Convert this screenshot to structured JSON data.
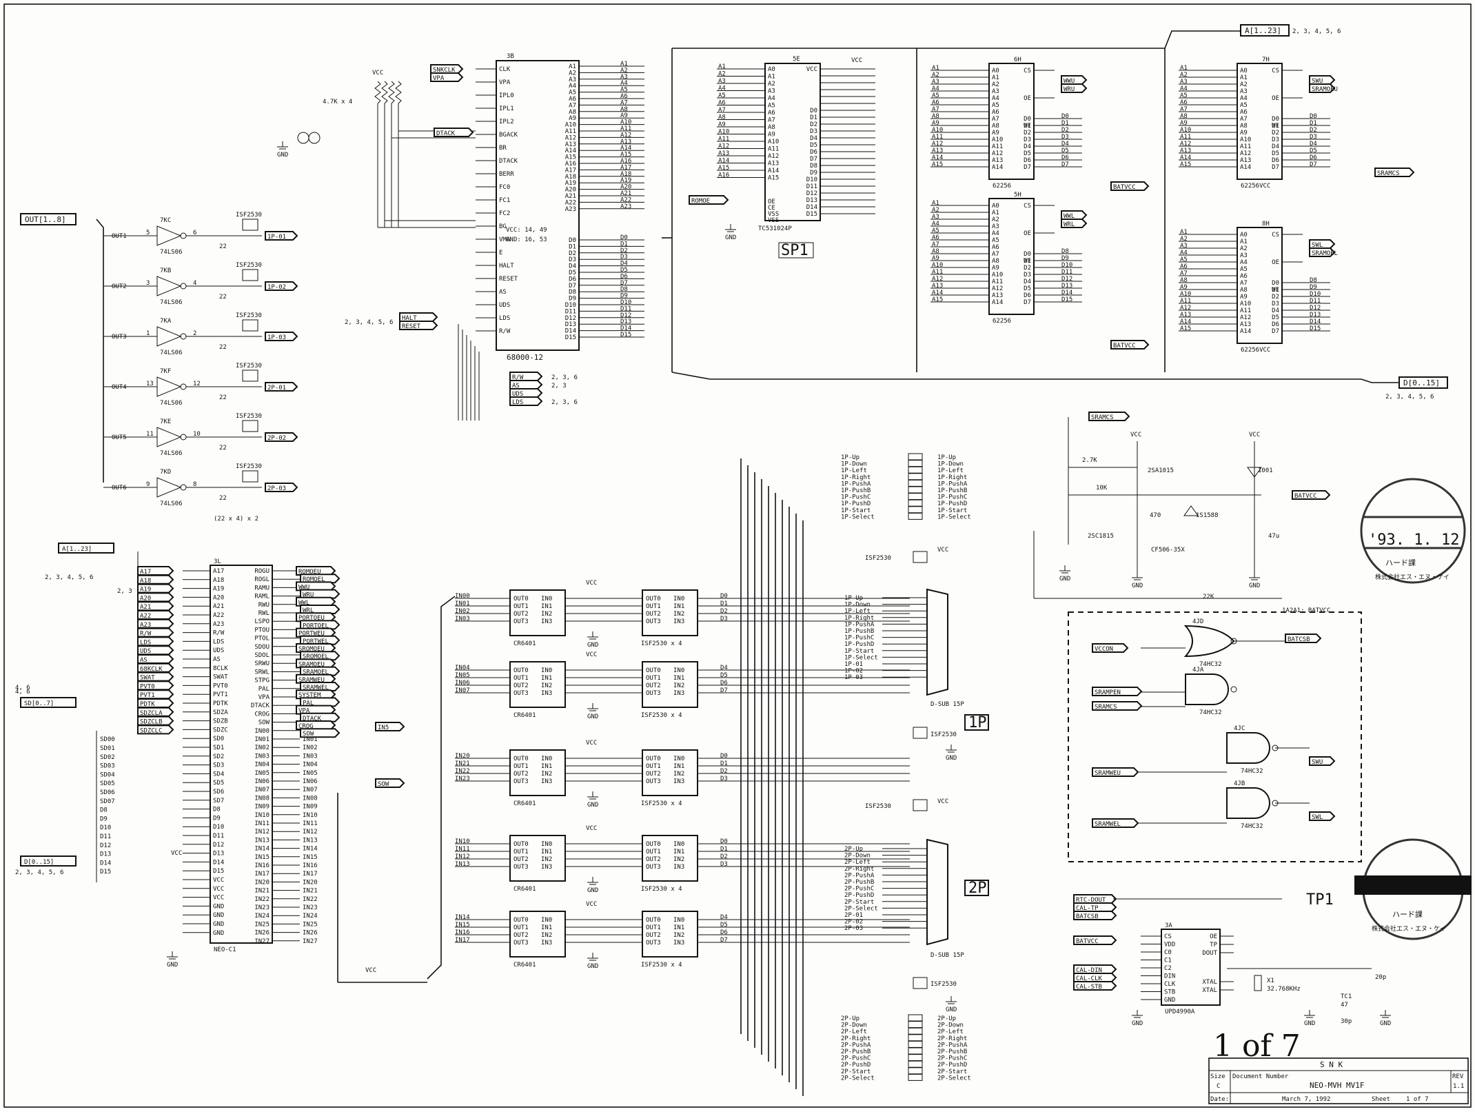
{
  "buses": {
    "a_bus": "A[1..23]",
    "a_bus_refs": "2, 3, 4, 5, 6",
    "d_bus": "D[0..15]",
    "d_bus_refs": "2, 3, 4, 5, 6",
    "out_bus": "OUT[1..8]",
    "sd_bus": "SD[0..7]",
    "sd_refs": "4, 6"
  },
  "cpu": {
    "ref": "3B",
    "part": "68000-12",
    "power_note_vcc": "VCC: 14, 49",
    "power_note_gnd": "GND: 16, 53",
    "left_pins": [
      "CLK",
      "VPA",
      "IPL0",
      "IPL1",
      "IPL2",
      "BGACK",
      "BR",
      "DTACK",
      "BERR",
      "FC0",
      "FC1",
      "FC2",
      "BG",
      "VMA",
      "E",
      "HALT",
      "RESET",
      "AS",
      "UDS",
      "LDS",
      "R/W"
    ],
    "addr_pins": [
      "A1",
      "A2",
      "A3",
      "A4",
      "A5",
      "A6",
      "A7",
      "A8",
      "A9",
      "A10",
      "A11",
      "A12",
      "A13",
      "A14",
      "A15",
      "A16",
      "A17",
      "A18",
      "A19",
      "A20",
      "A21",
      "A22",
      "A23"
    ],
    "data_pins": [
      "D0",
      "D1",
      "D2",
      "D3",
      "D4",
      "D5",
      "D6",
      "D7",
      "D8",
      "D9",
      "D10",
      "D11",
      "D12",
      "D13",
      "D14",
      "D15"
    ],
    "resistor_label": "4.7K x 4",
    "halt_refs": "2, 3, 4, 5, 6",
    "rw_refs": "2, 3, 6",
    "as_refs": "2, 3",
    "uds_refs": "2, 3, 6"
  },
  "rom": {
    "ref": "5E",
    "part": "TC531024P",
    "label": "SP1",
    "left_pins": [
      "A0",
      "A1",
      "A2",
      "A3",
      "A4",
      "A5",
      "A6",
      "A7",
      "A8",
      "A9",
      "A10",
      "A11",
      "A12",
      "A13",
      "A14",
      "A15"
    ],
    "right_pins": [
      "VCC",
      "",
      "",
      "",
      "",
      "",
      "D0",
      "D1",
      "D2",
      "D3",
      "D4",
      "D5",
      "D6",
      "D7",
      "D8",
      "D9",
      "D10",
      "D11",
      "D12",
      "D13",
      "D14",
      "D15"
    ],
    "ctrl_pins": [
      "OE",
      "CE",
      "VSS",
      "VSS"
    ],
    "rom_sig": "ROMOE"
  },
  "srams": [
    {
      "ref": "6H",
      "part": "62256",
      "sig1": "WWU",
      "sig2": "WRU",
      "data": [
        "D0",
        "D1",
        "D2",
        "D3",
        "D4",
        "D5",
        "D6",
        "D7"
      ]
    },
    {
      "ref": "5H",
      "part": "62256",
      "sig1": "WWL",
      "sig2": "WRL",
      "data": [
        "D8",
        "D9",
        "D10",
        "D11",
        "D12",
        "D13",
        "D14",
        "D15"
      ]
    },
    {
      "ref": "7H",
      "part": "62256VCC",
      "sig1": "SWU",
      "sig2": "SRAMOEU",
      "data": [
        "D0",
        "D1",
        "D2",
        "D3",
        "D4",
        "D5",
        "D6",
        "D7"
      ]
    },
    {
      "ref": "8H",
      "part": "62256VCC",
      "sig1": "SWL",
      "sig2": "SRAMOEL",
      "data": [
        "D8",
        "D9",
        "D10",
        "D11",
        "D12",
        "D13",
        "D14",
        "D15"
      ]
    }
  ],
  "sram_pins": [
    "A0",
    "A1",
    "A2",
    "A3",
    "A4",
    "A5",
    "A6",
    "A7",
    "A8",
    "A9",
    "A10",
    "A11",
    "A12",
    "A13",
    "A14"
  ],
  "sram_ctrl": [
    "CS",
    "OE",
    "WE"
  ],
  "batvcc": "BATVCC",
  "sramcs": "SRAMCS",
  "outputs": {
    "gate_part": "74LS06",
    "resistor": "22",
    "ic": "ISF2530",
    "items": [
      {
        "in": "OUT1",
        "ref": "7KC",
        "pinin": "5",
        "pinout": "6",
        "dest": "1P-01"
      },
      {
        "in": "OUT2",
        "ref": "7KB",
        "pinin": "3",
        "pinout": "4",
        "dest": "1P-02"
      },
      {
        "in": "OUT3",
        "ref": "7KA",
        "pinin": "1",
        "pinout": "2",
        "dest": "1P-03"
      },
      {
        "in": "OUT4",
        "ref": "7KF",
        "pinin": "13",
        "pinout": "12",
        "dest": "2P-01"
      },
      {
        "in": "OUT5",
        "ref": "7KE",
        "pinin": "11",
        "pinout": "10",
        "dest": "2P-02"
      },
      {
        "in": "OUT6",
        "ref": "7KD",
        "pinin": "9",
        "pinout": "8",
        "dest": "2P-03"
      }
    ],
    "footnote": "(22 x 4) x 2"
  },
  "neo": {
    "ref": "3L",
    "part": "NEO-C1",
    "left_pins": [
      "A17",
      "A18",
      "A19",
      "A20",
      "A21",
      "A22",
      "A23",
      "R/W",
      "LDS",
      "UDS",
      "AS",
      "8CLK",
      "SWAT",
      "PVT0",
      "PVT1",
      "PDTK",
      "SDZA",
      "SDZB",
      "SDZC",
      "SD0",
      "SD1",
      "SD2",
      "SD3",
      "SD4",
      "SD5",
      "SD6",
      "SD7",
      "D8",
      "D9",
      "D10",
      "D11",
      "D12",
      "D13",
      "D14",
      "D15",
      "VCC",
      "VCC",
      "VCC",
      "GND",
      "GND",
      "GND",
      "GND"
    ],
    "right_pins": [
      "ROGU",
      "ROGL",
      "RAMU",
      "RAML",
      "RWU",
      "RWL",
      "LSPO",
      "PTOU",
      "PTOL",
      "SDOU",
      "SDOL",
      "SRWU",
      "SRWL",
      "STPG",
      "PAL",
      "VPA",
      "DTACK",
      "CROG",
      "SOW",
      "IN00",
      "IN01",
      "IN02",
      "IN03",
      "IN04",
      "IN05",
      "IN06",
      "IN07",
      "IN08",
      "IN09",
      "IN10",
      "IN11",
      "IN12",
      "IN13",
      "IN14",
      "IN15",
      "IN16",
      "IN17",
      "IN20",
      "IN21",
      "IN22",
      "IN23",
      "IN24",
      "IN25",
      "IN26",
      "IN27"
    ],
    "right_sigs": [
      "ROMOEU",
      "ROMOEL",
      "WWU",
      "WRU",
      "WWL",
      "WRL",
      "PORTOEU",
      "PORTOEL",
      "PORTWEU",
      "PORTWEL",
      "SROMOEU",
      "SROMOEL",
      "SRAMOEU",
      "SRAMOEL",
      "SRAMWEU",
      "SRAMWEL",
      "SYSTEM",
      "PAL",
      "VPA",
      "DTACK",
      "CROG",
      "SOW"
    ],
    "left_sigs": [
      "A17",
      "A18",
      "A19",
      "A20",
      "A21",
      "A22",
      "A23",
      "R/W",
      "LDS",
      "UDS",
      "AS",
      "68KCLK",
      "SWAT",
      "PVT0",
      "PVT1",
      "PDTK",
      "SDZCLA",
      "SDZCLB",
      "SDZCLC",
      "SD00",
      "SD01",
      "SD02",
      "SD03",
      "SD04",
      "SD05",
      "SD06",
      "SD07",
      "D8",
      "D9",
      "D10",
      "D11",
      "D12",
      "D13",
      "D14",
      "D15"
    ],
    "ref_a": "2, 3",
    "ref_b": "2, 3, 4, 5, 6",
    "ref_c": "4, 6",
    "in_sig": "IN5",
    "sow_sig": "SOW"
  },
  "mux": {
    "left_part": "CR6401",
    "right_part": "ISF2530 x 4",
    "left_pins": [
      "OUT0",
      "OUT1",
      "OUT2",
      "OUT3"
    ],
    "in_pins": [
      "IN0",
      "IN1",
      "IN2",
      "IN3"
    ],
    "groups": [
      {
        "ins": [
          "IN00",
          "IN01",
          "IN02",
          "IN03"
        ],
        "outs": [
          "D0",
          "D1",
          "D2",
          "D3"
        ]
      },
      {
        "ins": [
          "IN04",
          "IN05",
          "IN06",
          "IN07"
        ],
        "outs": [
          "D4",
          "D5",
          "D6",
          "D7"
        ]
      },
      {
        "ins": [
          "IN20",
          "IN21",
          "IN22",
          "IN23"
        ],
        "outs": [
          "D0",
          "D1",
          "D2",
          "D3"
        ]
      },
      {
        "ins": [
          "IN10",
          "IN11",
          "IN12",
          "IN13"
        ],
        "outs": [
          "D0",
          "D1",
          "D2",
          "D3"
        ]
      },
      {
        "ins": [
          "IN14",
          "IN15",
          "IN16",
          "IN17"
        ],
        "outs": [
          "D4",
          "D5",
          "D6",
          "D7"
        ]
      }
    ]
  },
  "p1_signals": [
    "1P-Up",
    "1P-Down",
    "1P-Left",
    "1P-Right",
    "1P-PushA",
    "1P-PushB",
    "1P-PushC",
    "1P-PushD",
    "1P-Start",
    "1P-Select"
  ],
  "p1_conn": [
    "1P-Up",
    "1P-Down",
    "1P-Left",
    "1P-Right",
    "1P-PushA",
    "1P-PushB",
    "1P-PushC",
    "1P-PushD",
    "1P-Start",
    "1P-Select",
    "1P-01",
    "1P-02",
    "1P-03"
  ],
  "p2_signals": [
    "2P-Up",
    "2P-Down",
    "2P-Left",
    "2P-Right",
    "2P-PushA",
    "2P-PushB",
    "2P-PushC",
    "2P-PushD",
    "2P-Start",
    "2P-Select"
  ],
  "p2_conn": [
    "2P-Up",
    "2P-Down",
    "2P-Left",
    "2P-Right",
    "2P-PushA",
    "2P-PushB",
    "2P-PushC",
    "2P-PushD",
    "2P-Start",
    "2P-Select",
    "2P-01",
    "2P-02",
    "2P-03"
  ],
  "connectors": {
    "p1_label": "1P",
    "p2_label": "2P",
    "part": "D-SUB 15P",
    "ic": "ISF2530"
  },
  "battery": {
    "sramcs": "SRAMCS",
    "vcc": "VCC",
    "r1": "2.7K",
    "r2": "10K",
    "r3": "470",
    "r4": "22K",
    "q1": "2SA1015",
    "q2": "2SC1815",
    "d1": "1S1588",
    "d2": "1001",
    "bat": "CF506-35X",
    "cap": "47u",
    "batvcc": "BATVCC",
    "net": "1A2A1: BATVCC"
  },
  "logic": {
    "g1_ref": "4JD",
    "g1_part": "74HC32",
    "g2_ref": "4JA",
    "g2_part": "74HC32",
    "g3_ref": "4JC",
    "g3_part": "74HC32",
    "g4_ref": "4JB",
    "g4_part": "74HC32",
    "in1": "VCCON",
    "out1": "BATCSB",
    "in2": "SRAMPEN",
    "in3": "SRAMCS",
    "in4": "SRAMWEU",
    "out4": "SWU",
    "in5": "SRAMWEL",
    "out5": "SWL"
  },
  "rtc": {
    "ref": "3A",
    "part": "UPD4990A",
    "pins_left": [
      "CS",
      "VDD",
      "C0",
      "C1",
      "C2",
      "DIN",
      "CLK",
      "STB",
      "GND"
    ],
    "pins_right": [
      "OE",
      "TP",
      "DOUT",
      "XTAL",
      "XTAL"
    ],
    "sigs": [
      "RTC-DOUT",
      "CAL-TP",
      "BATCSB",
      "BATVCC",
      "CAL-DIN",
      "CAL-CLK",
      "CAL-STB"
    ],
    "tp": "TP1",
    "crystal": "32.768KHz",
    "x_ref": "X1",
    "cap1": "20p",
    "tc": "TC1",
    "tc_val": "47",
    "cap2": "30p"
  },
  "sheet_note": "1 of 7",
  "stamps": {
    "date1": "'93. 1. 12",
    "dept": "ハード課",
    "company": "株式会社エス・エヌ・ケイ"
  },
  "title_block": {
    "company": "S N K",
    "size_label": "Size",
    "size": "C",
    "docnum_label": "Document Number",
    "docnum": "NEO-MVH MV1F",
    "rev_label": "REV",
    "rev": "1.1",
    "date_label": "Date:",
    "date": "March 7, 1992",
    "sheet_label": "Sheet",
    "sheet": "1 of 7"
  },
  "common": {
    "vcc": "VCC",
    "gnd": "GND"
  }
}
